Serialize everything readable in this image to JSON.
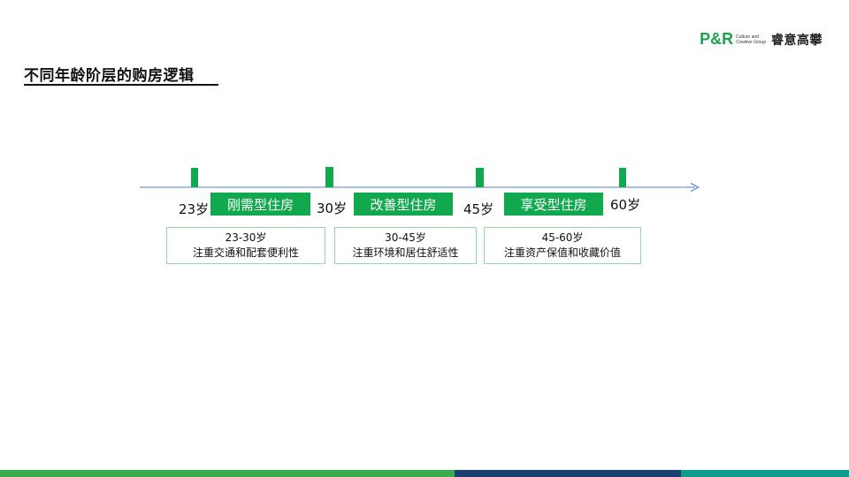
{
  "title": "不同年龄阶层的购房逻辑",
  "logo": {
    "mark": "P&R",
    "sub_line1": "Culture and",
    "sub_line2": "Creative Group",
    "cn": "睿意高攀"
  },
  "colors": {
    "green": "#12a84d",
    "axis": "#4a7fd1",
    "box_border": "#9bd3a8",
    "bar_green": "#3aaa4e",
    "bar_navy": "#1b3f6e",
    "bar_teal": "#0e9c8f"
  },
  "ages": [
    "23岁",
    "30岁",
    "45岁",
    "60岁"
  ],
  "phases": [
    "刚需型住房",
    "改善型住房",
    "享受型住房"
  ],
  "descriptions": [
    {
      "range": "23-30岁",
      "text": "注重交通和配套便利性"
    },
    {
      "range": "30-45岁",
      "text": "注重环境和居住舒适性"
    },
    {
      "range": "45-60岁",
      "text": "注重资产保值和收藏价值"
    }
  ]
}
